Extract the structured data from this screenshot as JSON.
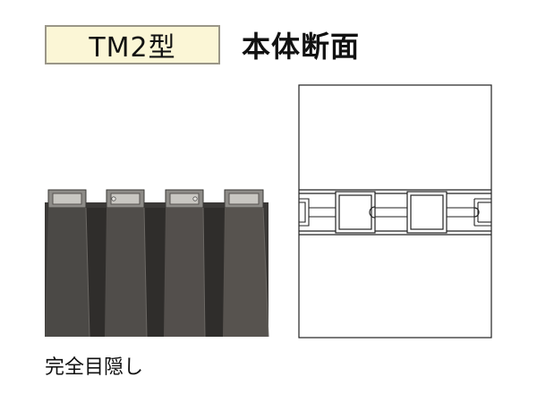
{
  "header": {
    "model_label": "TM2型",
    "section_title": "本体断面"
  },
  "caption": "完全目隠し",
  "colors": {
    "badge_bg": "#fbf6d6",
    "panel_dark": "#3e3c3a",
    "panel_mid": "#4a4846",
    "panel_light": "#56534f",
    "outline": "#2a2a2a"
  }
}
